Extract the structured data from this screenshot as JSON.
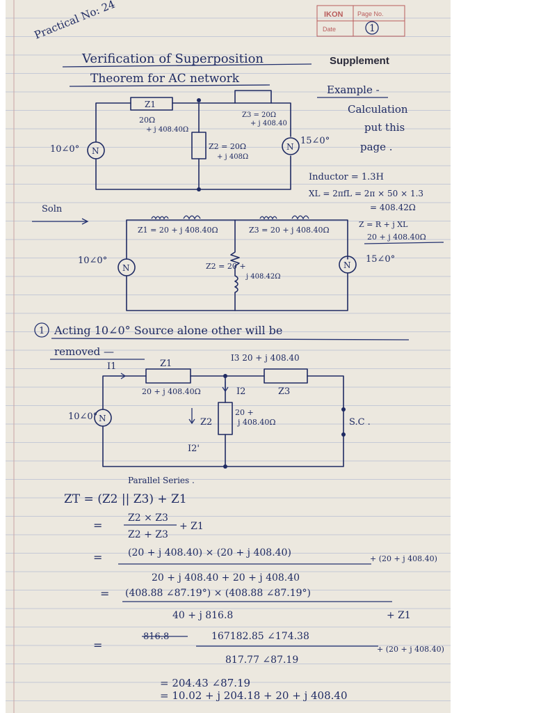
{
  "header": {
    "practical": "Practical No: 24",
    "brand": "IKON",
    "page_label": "Page No.",
    "date_label": "Date",
    "page_number": "1"
  },
  "title": {
    "line1": "Verification of Superposition",
    "line2": "Theorem for AC network"
  },
  "side_notes": {
    "supplement": "Supplement",
    "example": "Example -",
    "calc1": "Calculation",
    "calc2": "put this",
    "calc3": "page .",
    "inductor": "Inductor = 1.3H",
    "xl1": "XL = 2πfL = 2π × 50 × 1.3",
    "xl2": "= 408.42Ω",
    "z1": "Z = R + j XL",
    "z2": "20 + j 408.40Ω"
  },
  "circuit1": {
    "z1_label": "Z1",
    "z1_val1": "20Ω",
    "z1_val2": "+ j 408.40Ω",
    "z3_val1": "Z3 = 20Ω",
    "z3_val2": "+ j 408.40",
    "z2_val1": "Z2 = 20Ω",
    "z2_val2": "+ j 408Ω",
    "src_left": "10∠0°",
    "src_right": "15∠0°",
    "source_symbol": "N"
  },
  "solution": {
    "soln": "Soln"
  },
  "circuit2": {
    "z1_val": "Z1 = 20 + j 408.40Ω",
    "z3_val": "Z3 = 20 + j 408.40Ω",
    "z2_val1": "Z2 = 20 +",
    "z2_val2": "j 408.42Ω",
    "src_left": "10∠0°",
    "src_right": "15∠0°",
    "source_symbol": "N"
  },
  "step1": {
    "num": "1",
    "heading": "Acting 10∠0° Source alone other will be",
    "heading2": "removed —"
  },
  "circuit3": {
    "i1": "I1",
    "z1": "Z1",
    "z1_val": "20 + j 408.40Ω",
    "i3": "I3 20 + j 408.40",
    "z3": "Z3",
    "i2": "I2",
    "z2": "Z2",
    "z2_val1": "20 +",
    "z2_val2": "j 408.40Ω",
    "i2p": "I2'",
    "src": "10∠0°",
    "sc": "S.C .",
    "source_symbol": "N"
  },
  "math": {
    "annot": "Parallel  Series .",
    "l1": "ZT = (Z2 || Z3) + Z1",
    "l2_frac": "Z2 × Z3",
    "l2_den": "Z2 + Z3",
    "l2_tail": "+ Z1",
    "l3_num": "(20 + j 408.40) × (20 + j 408.40)",
    "l3_den": "20 + j 408.40 + 20 + j 408.40",
    "l3_tail": "+ (20 + j 408.40)",
    "l4_num": "(408.88 ∠87.19°) × (408.88 ∠87.19°)",
    "l4_den": "40 + j 816.8",
    "l4_tail": "+ Z1",
    "l5_strike": "816.8",
    "l5_num": "167182.85 ∠174.38",
    "l5_den": "817.77 ∠87.19",
    "l5_tail": "+ (20 + j 408.40)",
    "l6": "= 204.43 ∠87.19",
    "l7": "= 10.02 + j 204.18  + 20 + j 408.40",
    "eq": "="
  }
}
